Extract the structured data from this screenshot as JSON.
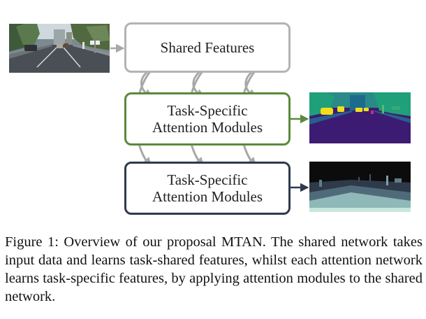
{
  "figure": {
    "shared_box_label": "Shared Features",
    "task_box_1_label_line1": "Task-Specific",
    "task_box_1_label_line2": "Attention Modules",
    "task_box_2_label_line1": "Task-Specific",
    "task_box_2_label_line2": "Attention Modules",
    "colors": {
      "shared_border": "#b3b3b3",
      "task1_border": "#5a8a3a",
      "task2_border": "#2f3a4c",
      "arrows": "#a8a8a8"
    }
  },
  "caption": {
    "text": "Figure 1: Overview of our proposal MTAN. The shared network takes input data and learns task-shared features, whilst each attention network learns task-specific features, by applying attention modules to the shared network."
  }
}
